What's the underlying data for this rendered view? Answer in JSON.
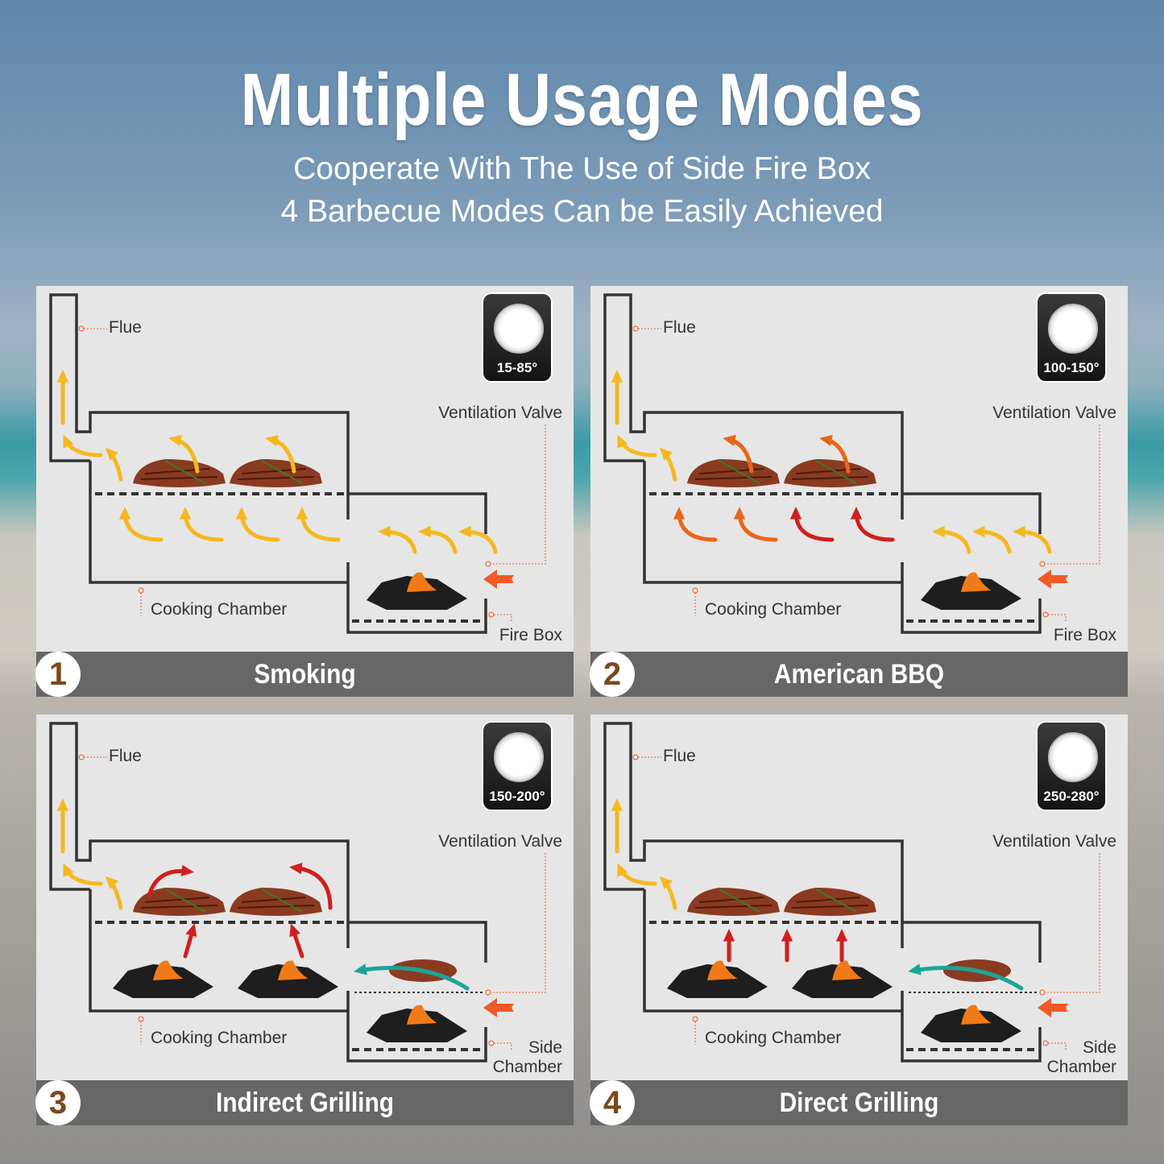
{
  "header": {
    "title": "Multiple Usage Modes",
    "subtitle_line1": "Cooperate With The Use of Side Fire Box",
    "subtitle_line2": "4 Barbecue Modes Can be Easily Achieved"
  },
  "panels": [
    {
      "number": "1",
      "name": "Smoking",
      "temperature": "15-85°",
      "flue": "Flue",
      "valve": "Ventilation Valve",
      "chamber": "Cooking Chamber",
      "side_line1": "Fire Box",
      "side_line2": "",
      "mode": "smoking"
    },
    {
      "number": "2",
      "name": "American BBQ",
      "temperature": "100-150°",
      "flue": "Flue",
      "valve": "Ventilation Valve",
      "chamber": "Cooking Chamber",
      "side_line1": "Fire Box",
      "side_line2": "",
      "mode": "bbq"
    },
    {
      "number": "3",
      "name": "Indirect Grilling",
      "temperature": "150-200°",
      "flue": "Flue",
      "valve": "Ventilation Valve",
      "chamber": "Cooking Chamber",
      "side_line1": "Side",
      "side_line2": "Chamber",
      "mode": "indirect"
    },
    {
      "number": "4",
      "name": "Direct Grilling",
      "temperature": "250-280°",
      "flue": "Flue",
      "valve": "Ventilation Valve",
      "chamber": "Cooking Chamber",
      "side_line1": "Side",
      "side_line2": "Chamber",
      "mode": "direct"
    }
  ],
  "colors": {
    "heat_low": "#f5b820",
    "heat_mid": "#e8661a",
    "heat_high": "#d01f1e",
    "airflow": "#1aa596",
    "inlet": "#f05a28",
    "label_bar": "#676767"
  }
}
